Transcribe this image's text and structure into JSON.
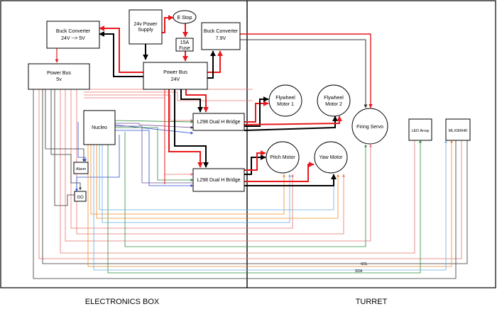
{
  "regions": {
    "electronics_box": "ELECTRONICS BOX",
    "turret": "TURRET"
  },
  "nodes": {
    "supply": [
      "24v Power",
      "Supply"
    ],
    "estop": [
      "E Stop"
    ],
    "fuse": [
      "15A",
      "Fuse"
    ],
    "buck_5v": [
      "Buck Converter",
      "24V --> 5V"
    ],
    "buck_79": [
      "Buck Converter",
      "7.9V"
    ],
    "bus_5v": [
      "Power Bus",
      "5v"
    ],
    "bus_24v": [
      "Power Bus",
      "24V"
    ],
    "nucleo": [
      "Nucleo"
    ],
    "alarm": [
      "Alarm"
    ],
    "go": [
      "GO"
    ],
    "hbridge_1": [
      "L298 Dual H Bridge"
    ],
    "hbridge_2": [
      "L298 Dual H Bridge"
    ],
    "flywheel_1": [
      "Flywheel",
      "Motor 1"
    ],
    "flywheel_2": [
      "Flywheel",
      "Motor 2"
    ],
    "firing_servo": [
      "Firing Servo"
    ],
    "pitch_motor": [
      "Pitch Motor"
    ],
    "yaw_motor": [
      "Yaw Motor"
    ],
    "led_array": [
      "LED Array"
    ],
    "mlx": [
      "MLX90640"
    ]
  },
  "signals": {
    "scl": "SCL",
    "sda": "SDA"
  },
  "colors": {
    "power_24v": "#e8191c",
    "ground": "#000000",
    "logic_pink": "#e8736e",
    "signal_green": "#2e8b3a",
    "signal_blue": "#2a4fd6",
    "signal_orange": "#f28c28",
    "signal_lightblue": "#6aaee0",
    "signal_purple": "#6a4c93",
    "dark": "#333333"
  }
}
